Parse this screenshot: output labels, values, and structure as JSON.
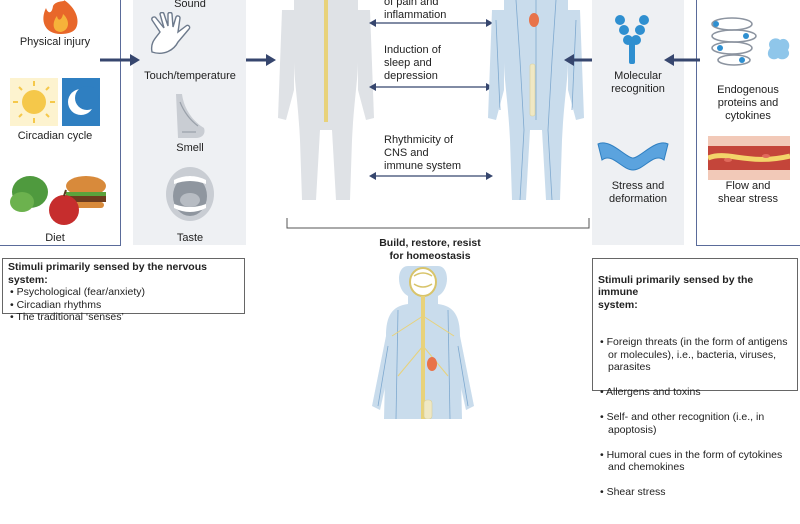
{
  "left_stimuli": [
    {
      "label": "Physical injury",
      "icon": "flame-icon"
    },
    {
      "label": "Circadian cycle",
      "icon": "sun-moon-icon"
    },
    {
      "label": "Diet",
      "icon": "food-icon"
    }
  ],
  "nervous_senses": [
    {
      "label": "Sound",
      "icon": "ear-icon"
    },
    {
      "label": "Touch/temperature",
      "icon": "hand-icon"
    },
    {
      "label": "Smell",
      "icon": "nose-icon"
    },
    {
      "label": "Taste",
      "icon": "mouth-icon"
    }
  ],
  "interactions": [
    {
      "label": "of pain and\ninflammation"
    },
    {
      "label": "Induction of\nsleep and\ndepression"
    },
    {
      "label": "Rhythmicity of\nCNS and\nimmune system"
    }
  ],
  "immune_senses": [
    {
      "label": "Molecular\nrecognition",
      "icon": "receptor-icon"
    },
    {
      "label": "Stress and\ndeformation",
      "icon": "deformation-icon"
    }
  ],
  "right_stimuli": [
    {
      "label": "Endogenous\nproteins and\ncytokines",
      "icon": "protein-icon"
    },
    {
      "label": "Flow and\nshear stress",
      "icon": "blood-vessel-icon"
    }
  ],
  "outcome": "Build, restore, resist\nfor homeostasis",
  "nervous_box": {
    "title": "Stimuli primarily sensed by the nervous system:",
    "items": [
      "Psychological (fear/anxiety)",
      "Circadian rhythms",
      "The traditional ‘senses’"
    ]
  },
  "immune_box": {
    "title": "Stimuli primarily sensed by the immune\nsystem:",
    "items": [
      "Foreign threats (in the form of antigens\nor molecules), i.e., bacteria, viruses,\nparasites",
      "Allergens and toxins",
      "Self- and other recognition (i.e., in\napoptosis)",
      "Humoral cues in the form of cytokines\nand chemokines",
      "Shear stress"
    ]
  },
  "colors": {
    "arrow": "#36466e",
    "body_gray": "#dfe2e6",
    "body_blue": "#c9dcec",
    "panel": "#eef0f3",
    "border": "#5a6b9a"
  }
}
